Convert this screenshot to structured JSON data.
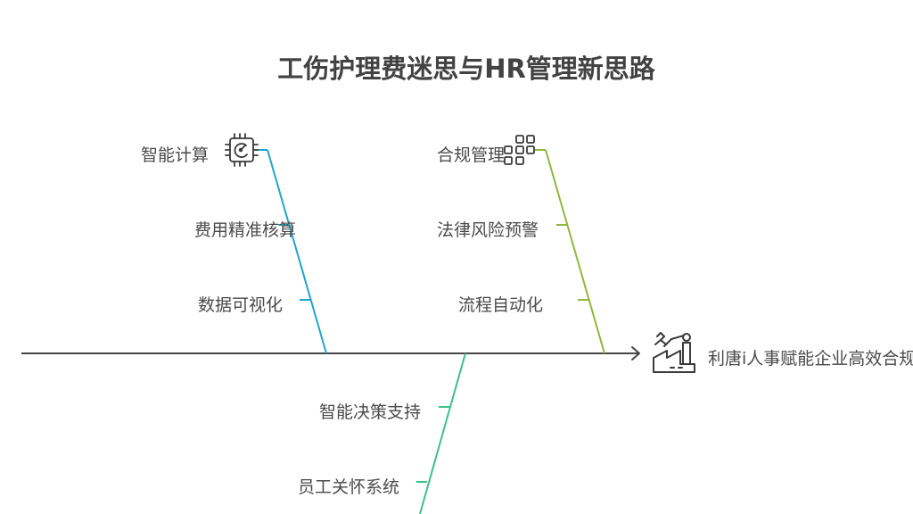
{
  "title": "工伤护理费迷思与HR管理新思路",
  "colors": {
    "spine": "#454545",
    "branch_blue": "#1fa6cc",
    "branch_green": "#8fb83a",
    "branch_teal": "#3fbf8a",
    "text": "#4a4a4a"
  },
  "branches": [
    {
      "name": "智能计算",
      "icon": "chip-icon",
      "items": [
        "费用精准核算",
        "数据可视化"
      ]
    },
    {
      "name": "合规管理",
      "icon": "modules-icon",
      "items": [
        "法律风险预警",
        "流程自动化"
      ]
    },
    {
      "name": "",
      "items": [
        "智能决策支持",
        "员工关怀系统"
      ]
    }
  ],
  "result": {
    "text": "利唐i人事赋能企业高效合规",
    "icon": "factory-icon"
  }
}
